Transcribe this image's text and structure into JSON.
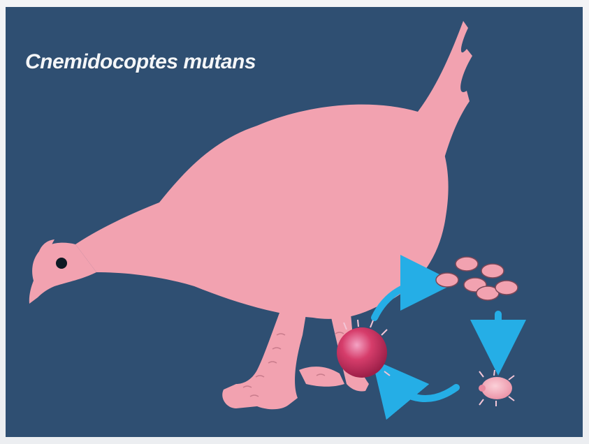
{
  "title": "Cnemidocoptes mutans",
  "colors": {
    "background": "#2f4f72",
    "hen": "#f2a2b0",
    "hen_shadow": "#c97c8c",
    "mite_adult": "#d63d6b",
    "eggs": "#f2a2b0",
    "arrows": "#25aee6"
  },
  "lifecycle": {
    "stages": [
      {
        "name": "adult-mite"
      },
      {
        "name": "eggs"
      },
      {
        "name": "larva"
      }
    ]
  }
}
